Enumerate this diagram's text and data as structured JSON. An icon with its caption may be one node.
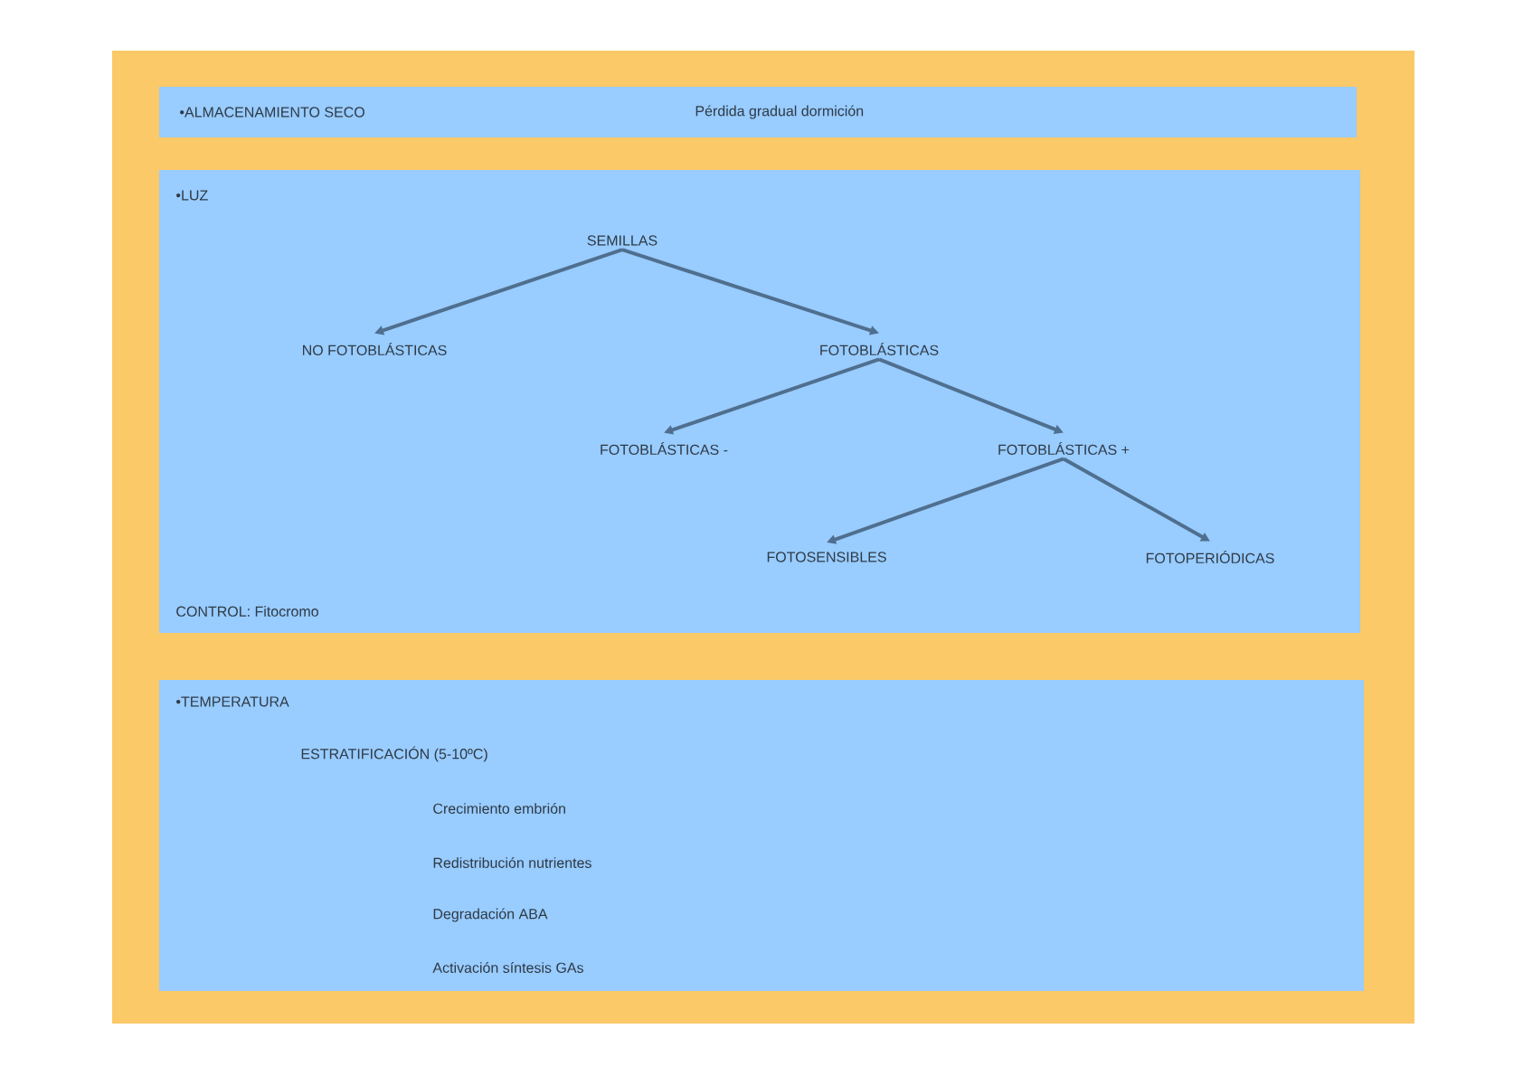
{
  "diagram": {
    "nodes": [
      {
        "text": [
          "•ALMACENAMIENTO SECO",
          "Pérdida gradual dormición"
        ]
      },
      {
        "text": [
          "•LUZ",
          "CONTROL: Fitocromo"
        ]
      },
      {
        "text": [
          "SEMILLAS"
        ],
        "in": 1
      },
      {
        "text": [
          "NO FOTOBLÁSTICAS"
        ],
        "in": 1
      },
      {
        "text": [
          "FOTOBLÁSTICAS"
        ],
        "in": 1
      },
      {
        "text": [
          "FOTOBLÁSTICAS -"
        ],
        "in": 1
      },
      {
        "text": [
          "FOTOBLÁSTICAS +"
        ],
        "in": 1
      },
      {
        "text": [
          "FOTOSENSIBLES"
        ],
        "in": 1
      },
      {
        "text": [
          "FOTOPERIÓDICAS"
        ],
        "in": 1
      },
      {
        "text": [
          "•TEMPERATURA",
          "ESTRATIFICACIÓN (5-10ºC)",
          "Crecimiento embrión",
          "Redistribución nutrientes",
          "Degradación ABA",
          "Activación síntesis GAs"
        ]
      }
    ],
    "edges": [
      {
        "from": 2,
        "to": 3,
        "arrow": "to"
      },
      {
        "from": 2,
        "to": 4,
        "arrow": "to"
      },
      {
        "from": 4,
        "to": 5,
        "arrow": "to"
      },
      {
        "from": 4,
        "to": 6,
        "arrow": "to"
      },
      {
        "from": 6,
        "to": 7,
        "arrow": "to"
      },
      {
        "from": 6,
        "to": 8,
        "arrow": "to"
      }
    ]
  }
}
